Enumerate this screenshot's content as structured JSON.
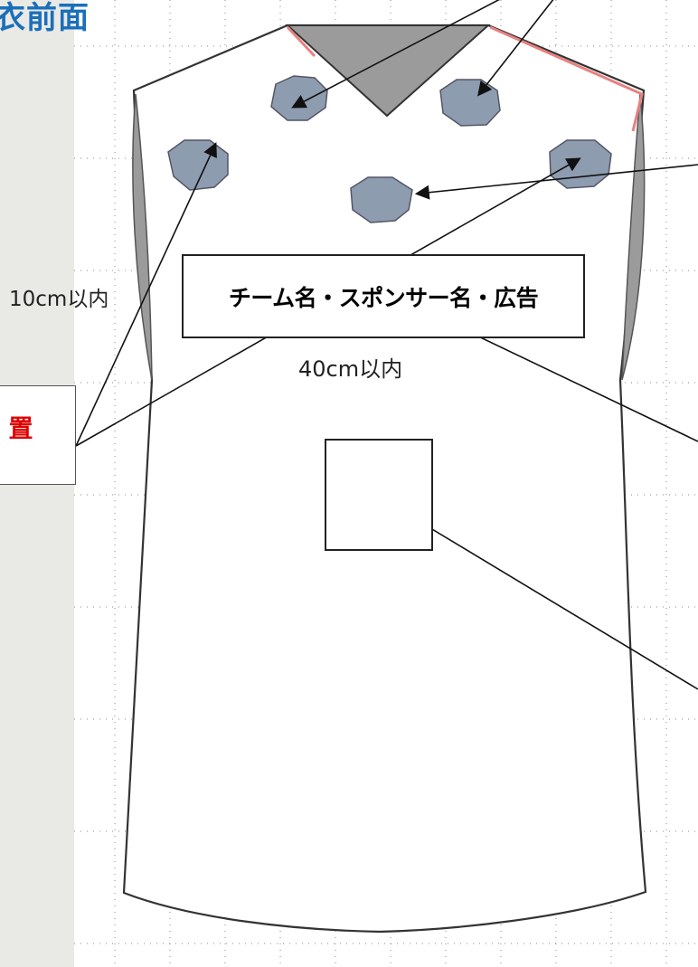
{
  "header": {
    "title": "衣前面"
  },
  "callout": {
    "label": "置"
  },
  "labels": {
    "team_sponsor": "チーム名・スポンサー名・広告",
    "dim_height": "10cm以内",
    "dim_width": "40cm以内"
  },
  "colors": {
    "title": "#1a6fba",
    "callout_text": "#e00000",
    "patch_fill": "#8e9cb0",
    "collar_fill": "#9b9b9b",
    "panel_bg": "#e9e9e5",
    "gridline": "#888888"
  }
}
